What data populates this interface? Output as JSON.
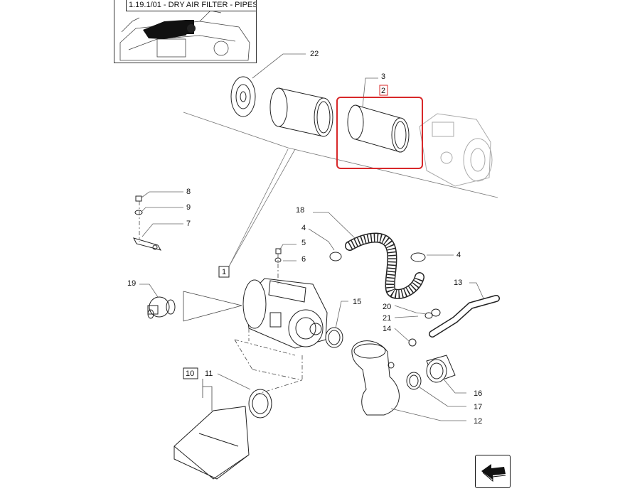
{
  "inset": {
    "title": "1.19.1/01 - DRY AIR FILTER - PIPES"
  },
  "highlight_color": "#d8282a",
  "callouts": [
    {
      "id": "22",
      "boxed": false
    },
    {
      "id": "3",
      "boxed": false
    },
    {
      "id": "2",
      "boxed": true,
      "highlighted": true
    },
    {
      "id": "8",
      "boxed": false
    },
    {
      "id": "9",
      "boxed": false
    },
    {
      "id": "7",
      "boxed": false
    },
    {
      "id": "18",
      "boxed": false
    },
    {
      "id": "4",
      "boxed": false
    },
    {
      "id": "5",
      "boxed": false
    },
    {
      "id": "6",
      "boxed": false
    },
    {
      "id": "4",
      "boxed": false
    },
    {
      "id": "1",
      "boxed": true
    },
    {
      "id": "19",
      "boxed": false
    },
    {
      "id": "13",
      "boxed": false
    },
    {
      "id": "15",
      "boxed": false
    },
    {
      "id": "20",
      "boxed": false
    },
    {
      "id": "21",
      "boxed": false
    },
    {
      "id": "14",
      "boxed": false
    },
    {
      "id": "10",
      "boxed": true
    },
    {
      "id": "11",
      "boxed": false
    },
    {
      "id": "16",
      "boxed": false
    },
    {
      "id": "17",
      "boxed": false
    },
    {
      "id": "12",
      "boxed": false
    }
  ],
  "nav": {
    "icon": "arrow-back-icon"
  }
}
